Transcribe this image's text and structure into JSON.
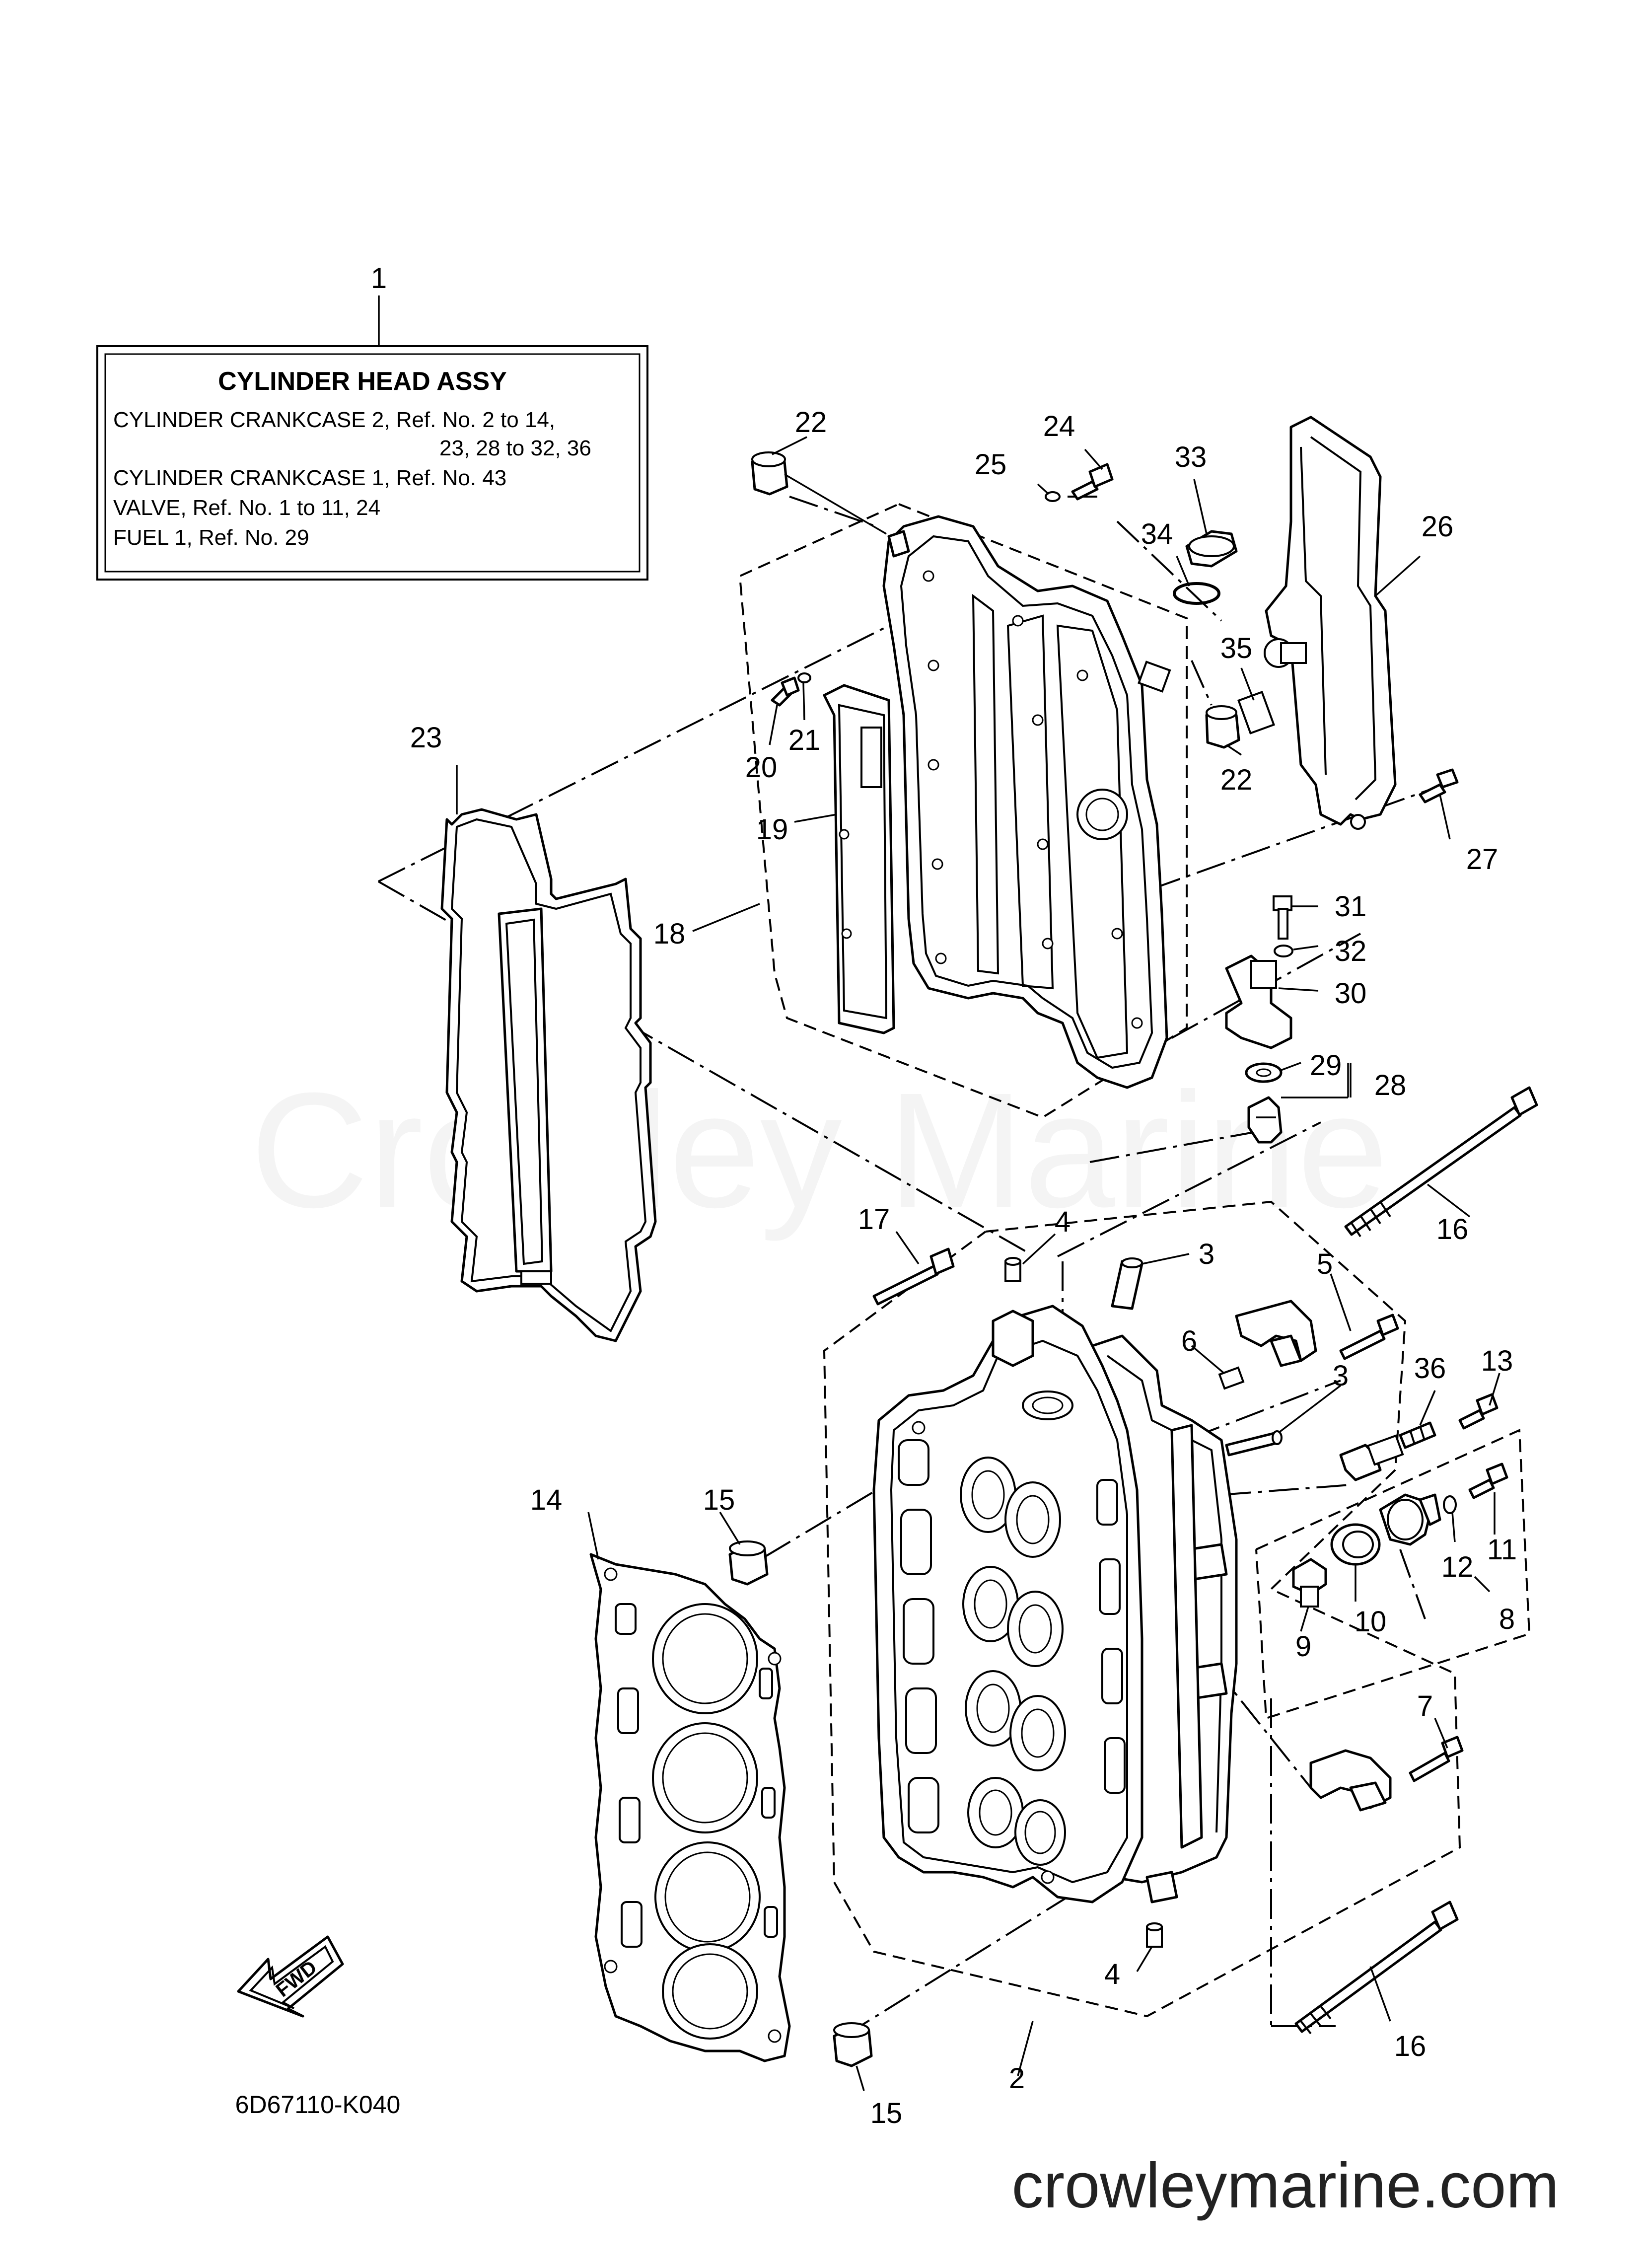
{
  "legend": {
    "title": "CYLINDER HEAD ASSY",
    "lines": [
      "CYLINDER CRANKCASE 2,  Ref. No. 2 to 14,",
      "23, 28 to 32, 36",
      "CYLINDER CRANKCASE 1,  Ref. No. 43",
      "VALVE,  Ref. No. 1 to 11, 24",
      "FUEL 1,  Ref. No. 29"
    ]
  },
  "callouts": {
    "c1": "1",
    "c2": "2",
    "c3a": "3",
    "c3b": "3",
    "c4a": "4",
    "c4b": "4",
    "c5": "5",
    "c6": "6",
    "c7": "7",
    "c8": "8",
    "c9": "9",
    "c10": "10",
    "c11": "11",
    "c12": "12",
    "c13": "13",
    "c14": "14",
    "c15a": "15",
    "c15b": "15",
    "c16a": "16",
    "c16b": "16",
    "c17": "17",
    "c18": "18",
    "c19": "19",
    "c20": "20",
    "c21": "21",
    "c22a": "22",
    "c22b": "22",
    "c23": "23",
    "c24": "24",
    "c25": "25",
    "c26": "26",
    "c27": "27",
    "c28": "28",
    "c29": "29",
    "c30": "30",
    "c31": "31",
    "c32": "32",
    "c33": "33",
    "c34": "34",
    "c35": "35",
    "c36": "36"
  },
  "fwd_label": "FWD",
  "diagram_code": "6D67110-K040",
  "watermark": "Crowley Marine",
  "website": "crowleymarine.com",
  "icons": {
    "fwd_arrow": "fwd-arrow-icon"
  }
}
